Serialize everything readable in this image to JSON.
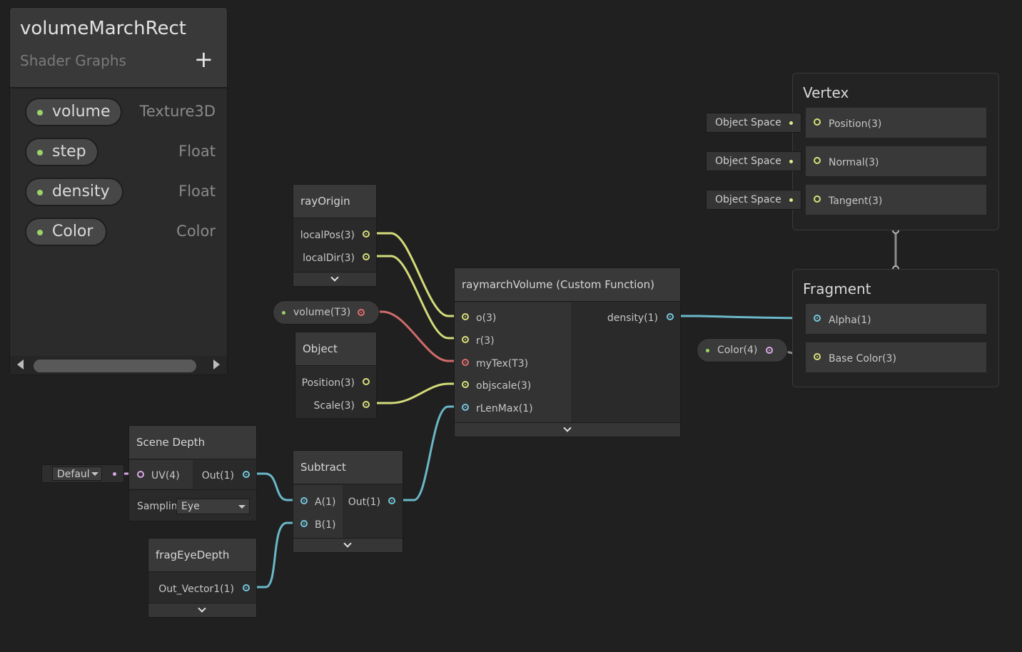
{
  "blackboard": {
    "title": "volumeMarchRect",
    "subtitle": "Shader Graphs",
    "add_label": "+",
    "properties": [
      {
        "name": "volume",
        "type": "Texture3D"
      },
      {
        "name": "step",
        "type": "Float"
      },
      {
        "name": "density",
        "type": "Float"
      },
      {
        "name": "Color",
        "type": "Color"
      }
    ]
  },
  "nodes": {
    "ray_origin": {
      "title": "rayOrigin",
      "outputs": [
        "localPos(3)",
        "localDir(3)"
      ]
    },
    "object": {
      "title": "Object",
      "outputs": [
        "Position(3)",
        "Scale(3)"
      ]
    },
    "raymarch": {
      "title": "raymarchVolume (Custom Function)",
      "inputs": [
        "o(3)",
        "r(3)",
        "myTex(T3)",
        "objscale(3)",
        "rLenMax(1)"
      ],
      "output": "density(1)"
    },
    "scene_depth": {
      "title": "Scene Depth",
      "input": "UV(4)",
      "output": "Out(1)",
      "uv_default": "Defaul",
      "sampling_label": "Samplin",
      "sampling_value": "Eye"
    },
    "subtract": {
      "title": "Subtract",
      "inputs": [
        "A(1)",
        "B(1)"
      ],
      "output": "Out(1)"
    },
    "frag_eye_depth": {
      "title": "fragEyeDepth",
      "output": "Out_Vector1(1)"
    }
  },
  "property_nodes": {
    "volume": "volume(T3)",
    "color": "Color(4)"
  },
  "vertex": {
    "title": "Vertex",
    "slots": [
      {
        "label": "Position(3)",
        "space": "Object Space"
      },
      {
        "label": "Normal(3)",
        "space": "Object Space"
      },
      {
        "label": "Tangent(3)",
        "space": "Object Space"
      }
    ]
  },
  "fragment": {
    "title": "Fragment",
    "slots": [
      "Alpha(1)",
      "Base Color(3)"
    ]
  },
  "colors": {
    "background": "#202020",
    "vector3_port": "#d9e07a",
    "float_port": "#74c8dc",
    "texture_port": "#e06e6e",
    "color_port": "#d9a8e8"
  }
}
